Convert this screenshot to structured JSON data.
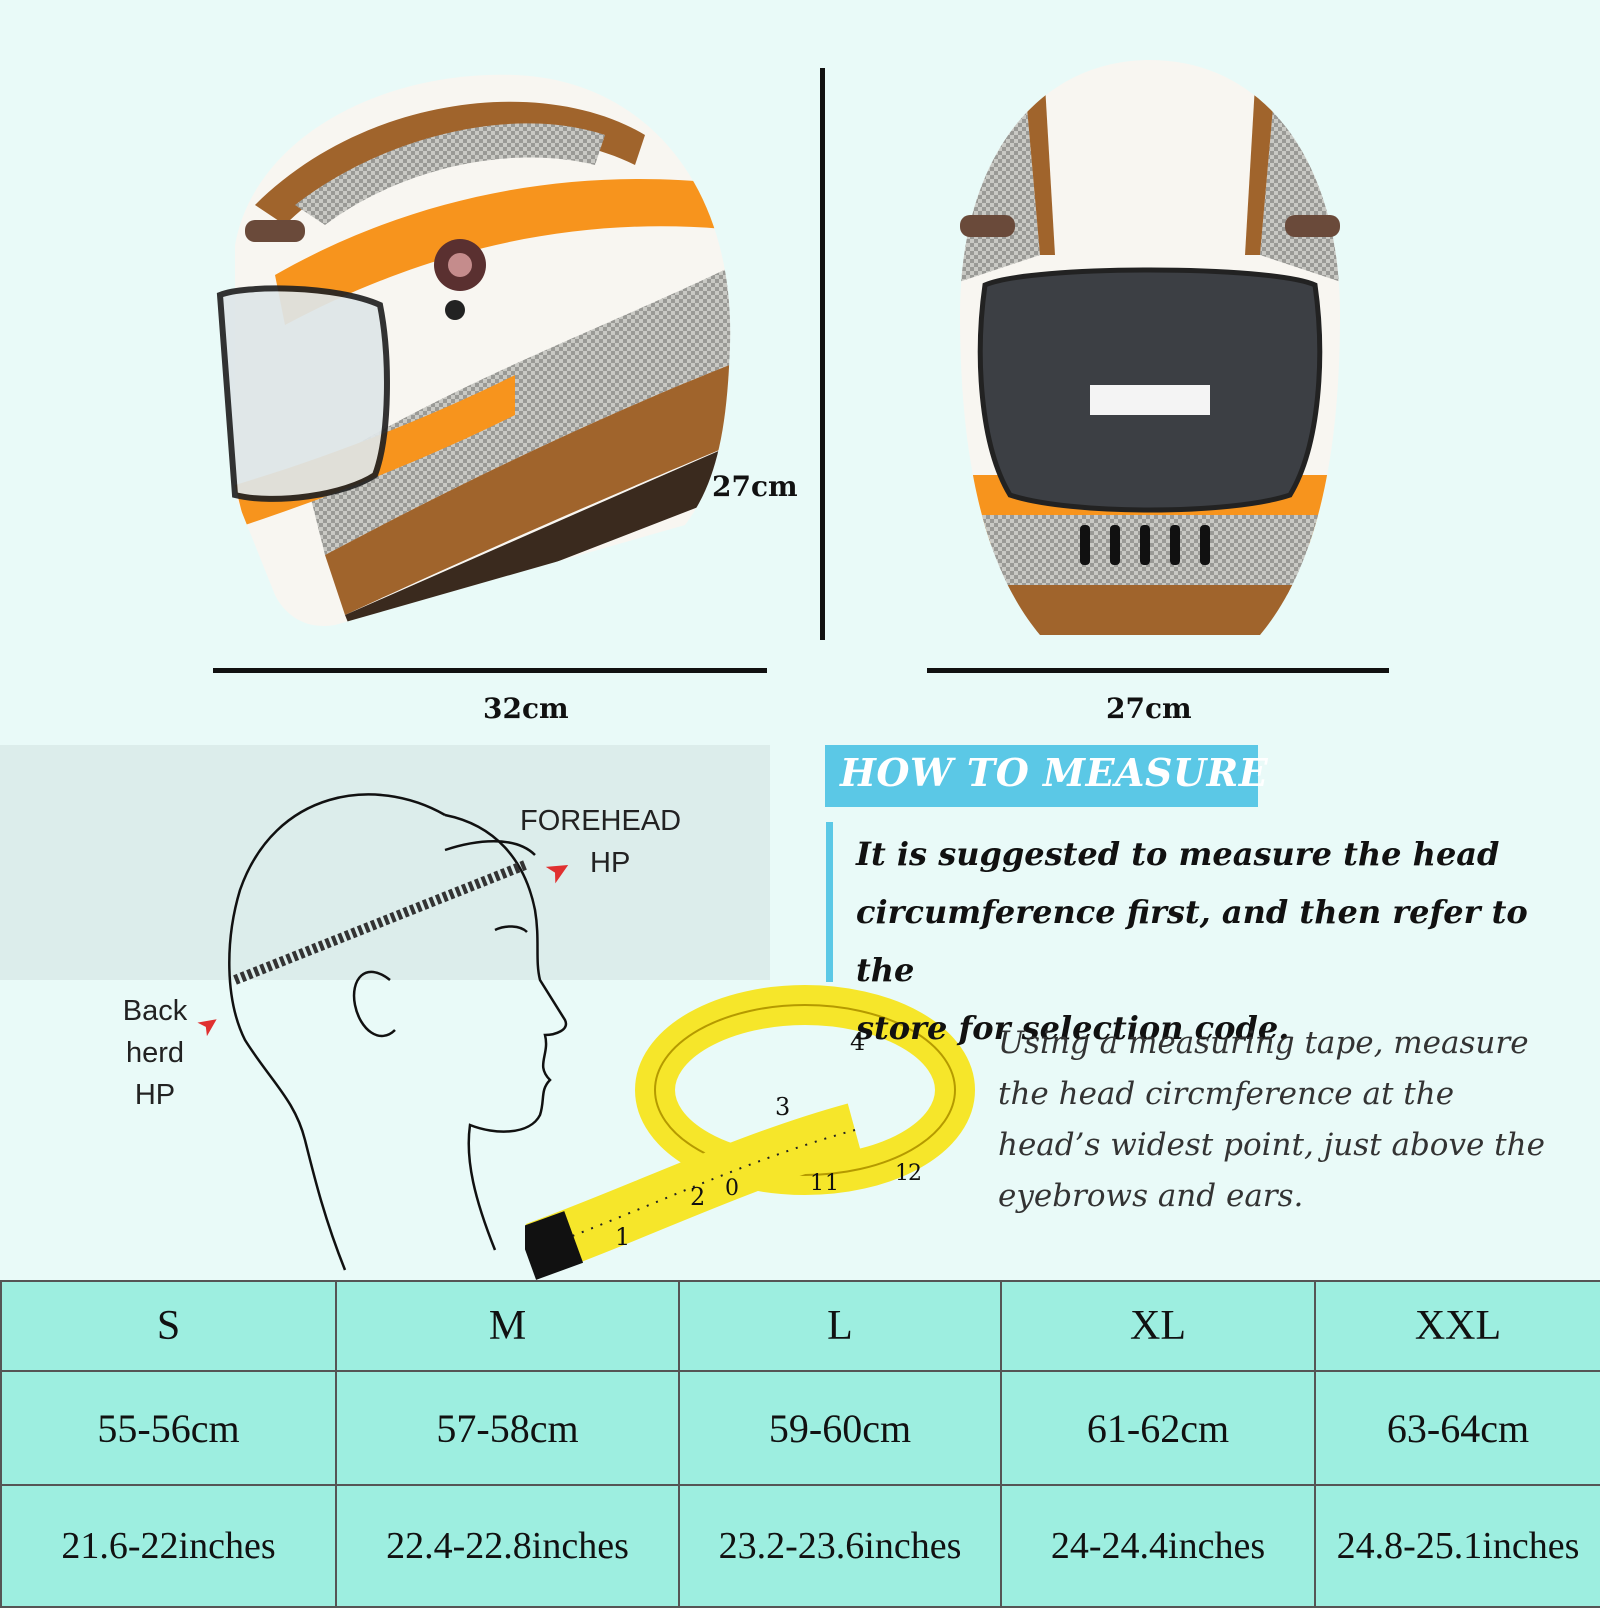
{
  "dimensions": {
    "height_side": "27cm",
    "width_side": "32cm",
    "width_front": "27cm"
  },
  "diagram": {
    "forehead_label_1": "FOREHEAD",
    "forehead_label_2": "HP",
    "back_label_1": "Back",
    "back_label_2": "herd",
    "back_label_3": "HP"
  },
  "how_to": {
    "title": "HOW TO MEASURE",
    "suggest_line_1": "It is suggested to measure the head",
    "suggest_line_2": "circumference first, and then refer to the",
    "suggest_line_3": "store for selection code.",
    "using_line_1": "Using a measuring tape, measure",
    "using_line_2": "the head circmference at the",
    "using_line_3": "head’s widest point, just above the",
    "using_line_4": "eyebrows and ears."
  },
  "tape_numbers": [
    "1",
    "2",
    "3",
    "4",
    "0",
    "1",
    "1",
    "1",
    "2"
  ],
  "size_table": {
    "sizes": [
      "S",
      "M",
      "L",
      "XL",
      "XXL"
    ],
    "cm": [
      "55-56cm",
      "57-58cm",
      "59-60cm",
      "61-62cm",
      "63-64cm"
    ],
    "inches": [
      "21.6-22inches",
      "22.4-22.8inches",
      "23.2-23.6inches",
      "24-24.4inches",
      "24.8-25.1inches"
    ]
  },
  "colors": {
    "background": "#e9faf8",
    "table": "#9deee0",
    "banner": "#5bc8e6",
    "helmet_brown": "#a0642c",
    "helmet_orange": "#f7941d",
    "tape_yellow": "#f6e62a"
  }
}
